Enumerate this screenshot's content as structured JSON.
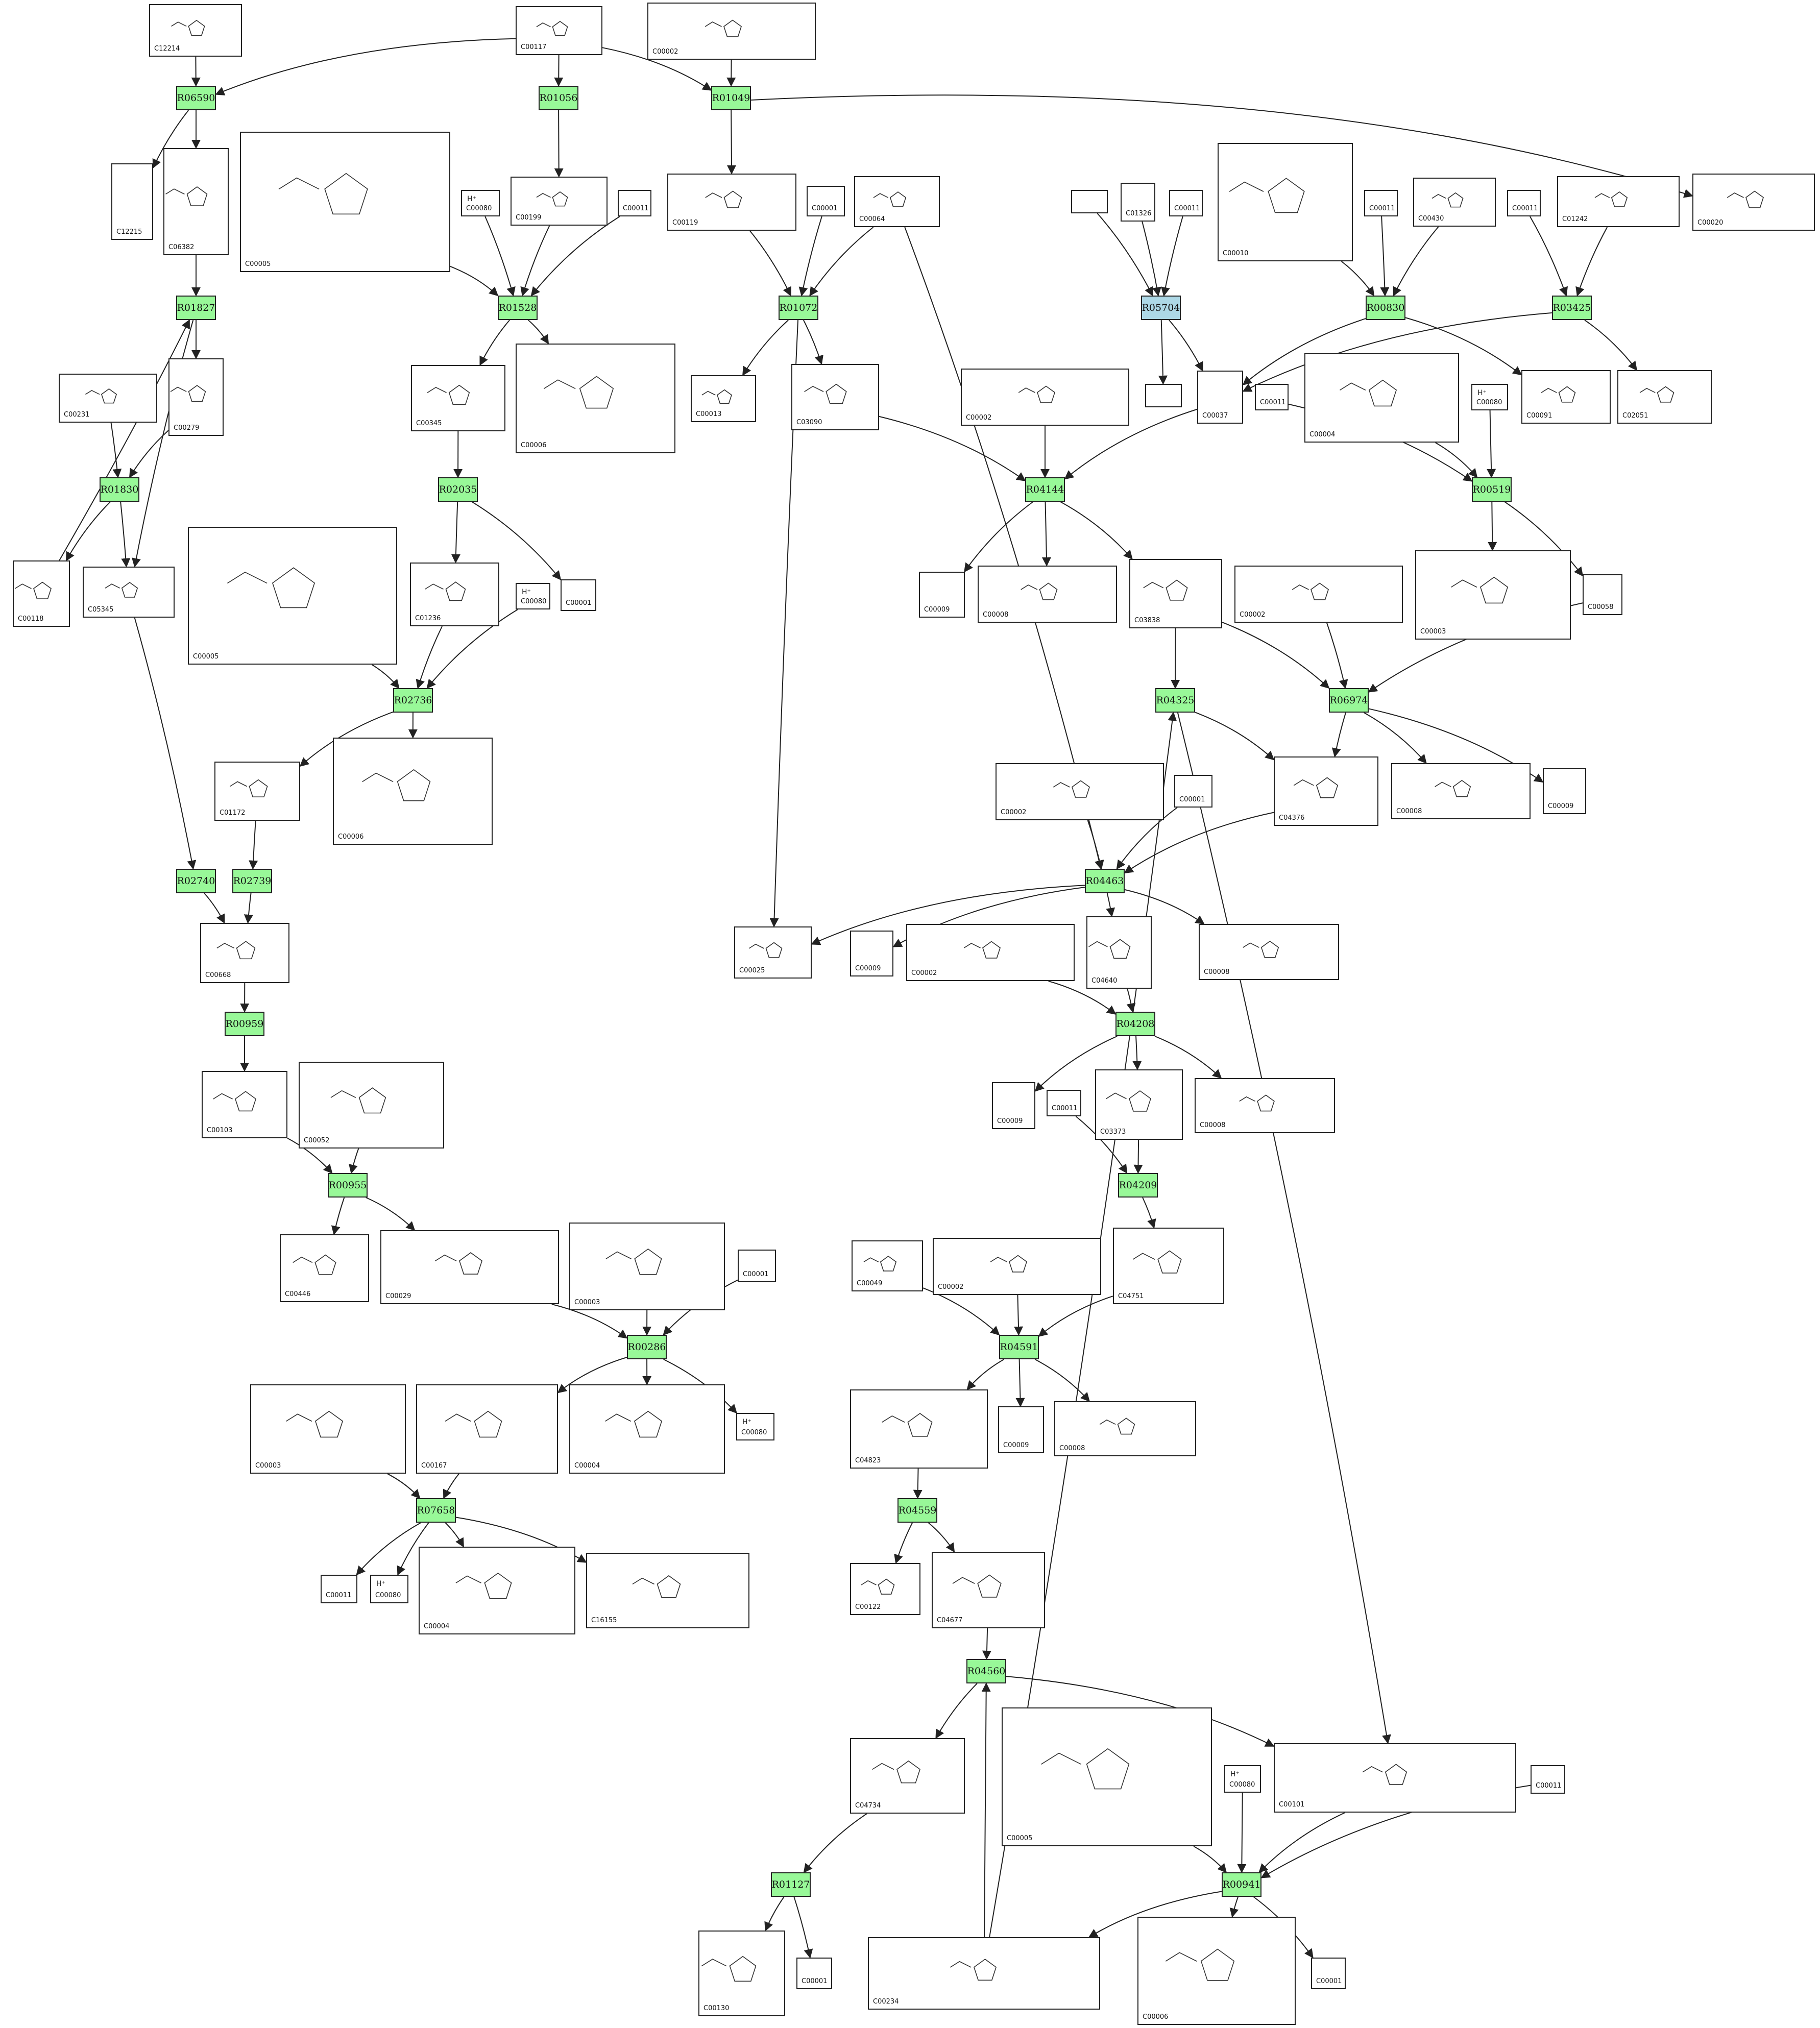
{
  "colors": {
    "reaction": "#98f898",
    "reaction_alt": "#add8e6",
    "edge": "#222222",
    "box": "#ffffff"
  },
  "reactions": {
    "R06590": {
      "label": "R06590"
    },
    "R01056": {
      "label": "R01056"
    },
    "R01049": {
      "label": "R01049"
    },
    "R01827": {
      "label": "R01827"
    },
    "R01528": {
      "label": "R01528"
    },
    "R01072": {
      "label": "R01072"
    },
    "R05704": {
      "label": "R05704",
      "color": "#add8e6"
    },
    "R00830": {
      "label": "R00830"
    },
    "R03425": {
      "label": "R03425"
    },
    "R01830": {
      "label": "R01830"
    },
    "R02035": {
      "label": "R02035"
    },
    "R04144": {
      "label": "R04144"
    },
    "R00519": {
      "label": "R00519"
    },
    "R02736": {
      "label": "R02736"
    },
    "R04325": {
      "label": "R04325"
    },
    "R06974": {
      "label": "R06974"
    },
    "R02740": {
      "label": "R02740"
    },
    "R02739": {
      "label": "R02739"
    },
    "R04463": {
      "label": "R04463"
    },
    "R00959": {
      "label": "R00959"
    },
    "R04208": {
      "label": "R04208"
    },
    "R00955": {
      "label": "R00955"
    },
    "R04209": {
      "label": "R04209"
    },
    "R00286": {
      "label": "R00286"
    },
    "R04591": {
      "label": "R04591"
    },
    "R07658": {
      "label": "R07658"
    },
    "R04559": {
      "label": "R04559"
    },
    "R04560": {
      "label": "R04560"
    },
    "R01127": {
      "label": "R01127"
    },
    "R00941": {
      "label": "R00941"
    }
  },
  "compounds": {
    "c_C12214": {
      "id": "C12214"
    },
    "c_C00117": {
      "id": "C00117"
    },
    "c_C00002_top": {
      "id": "C00002"
    },
    "c_C12215": {
      "id": "C12215"
    },
    "c_C06382": {
      "id": "C06382"
    },
    "c_C00005_a": {
      "id": "C00005"
    },
    "c_C00080_a": {
      "id": "C00080",
      "formula": "H⁺"
    },
    "c_C00199": {
      "id": "C00199"
    },
    "c_C00011_a": {
      "id": "C00011"
    },
    "c_C00119": {
      "id": "C00119"
    },
    "c_C00001_a": {
      "id": "C00001"
    },
    "c_C00064": {
      "id": "C00064"
    },
    "c_blank_a": {
      "id": ""
    },
    "c_C01326": {
      "id": "C01326"
    },
    "c_C00011_b": {
      "id": "C00011"
    },
    "c_C00010": {
      "id": "C00010"
    },
    "c_C00011_c": {
      "id": "C00011"
    },
    "c_C00430": {
      "id": "C00430"
    },
    "c_C00011_d": {
      "id": "C00011"
    },
    "c_C01242": {
      "id": "C01242"
    },
    "c_C00020": {
      "id": "C00020"
    },
    "c_C00231": {
      "id": "C00231"
    },
    "c_C00279": {
      "id": "C00279"
    },
    "c_C00345": {
      "id": "C00345"
    },
    "c_C00006_a": {
      "id": "C00006"
    },
    "c_C00013": {
      "id": "C00013"
    },
    "c_C03090": {
      "id": "C03090"
    },
    "c_C00002_b": {
      "id": "C00002"
    },
    "c_blank_b": {
      "id": ""
    },
    "c_C00037": {
      "id": "C00037"
    },
    "c_C00011_e": {
      "id": "C00011"
    },
    "c_C00004_a": {
      "id": "C00004"
    },
    "c_C00080_b": {
      "id": "C00080",
      "formula": "H⁺"
    },
    "c_C00091": {
      "id": "C00091"
    },
    "c_C02051": {
      "id": "C02051"
    },
    "c_C00118": {
      "id": "C00118"
    },
    "c_C05345": {
      "id": "C05345"
    },
    "c_C00005_b": {
      "id": "C00005"
    },
    "c_C01236": {
      "id": "C01236"
    },
    "c_C00080_c": {
      "id": "C00080",
      "formula": "H⁺"
    },
    "c_C00001_b": {
      "id": "C00001"
    },
    "c_C00009_a": {
      "id": "C00009"
    },
    "c_C00008_a": {
      "id": "C00008"
    },
    "c_C03838": {
      "id": "C03838"
    },
    "c_C00002_c": {
      "id": "C00002"
    },
    "c_C00003_a": {
      "id": "C00003"
    },
    "c_C00058": {
      "id": "C00058"
    },
    "c_C01172": {
      "id": "C01172"
    },
    "c_C00006_b": {
      "id": "C00006"
    },
    "c_C00002_d": {
      "id": "C00002"
    },
    "c_C00001_c": {
      "id": "C00001"
    },
    "c_C04376": {
      "id": "C04376"
    },
    "c_C00008_b": {
      "id": "C00008"
    },
    "c_C00009_b": {
      "id": "C00009"
    },
    "c_C00668": {
      "id": "C00668"
    },
    "c_C00025": {
      "id": "C00025"
    },
    "c_C00009_c": {
      "id": "C00009"
    },
    "c_C00002_e": {
      "id": "C00002"
    },
    "c_C04640": {
      "id": "C04640"
    },
    "c_C00008_c": {
      "id": "C00008"
    },
    "c_C00103": {
      "id": "C00103"
    },
    "c_C00052": {
      "id": "C00052"
    },
    "c_C00009_d": {
      "id": "C00009"
    },
    "c_C00011_f": {
      "id": "C00011"
    },
    "c_C03373": {
      "id": "C03373"
    },
    "c_C00008_d": {
      "id": "C00008"
    },
    "c_C00446": {
      "id": "C00446"
    },
    "c_C00029": {
      "id": "C00029"
    },
    "c_C00003_b": {
      "id": "C00003"
    },
    "c_C00001_d": {
      "id": "C00001"
    },
    "c_C00049": {
      "id": "C00049"
    },
    "c_C00002_f": {
      "id": "C00002"
    },
    "c_C04751": {
      "id": "C04751"
    },
    "c_C00003_c": {
      "id": "C00003"
    },
    "c_C00167": {
      "id": "C00167"
    },
    "c_C00004_b": {
      "id": "C00004"
    },
    "c_C00080_d": {
      "id": "C00080",
      "formula": "H⁺"
    },
    "c_C04823": {
      "id": "C04823"
    },
    "c_C00009_e": {
      "id": "C00009"
    },
    "c_C00008_e": {
      "id": "C00008"
    },
    "c_C00011_g": {
      "id": "C00011"
    },
    "c_C00080_e": {
      "id": "C00080",
      "formula": "H⁺"
    },
    "c_C00004_c": {
      "id": "C00004"
    },
    "c_C16155": {
      "id": "C16155"
    },
    "c_C00122": {
      "id": "C00122"
    },
    "c_C04677": {
      "id": "C04677"
    },
    "c_C04734": {
      "id": "C04734"
    },
    "c_C00005_c": {
      "id": "C00005"
    },
    "c_C00080_f": {
      "id": "C00080",
      "formula": "H⁺"
    },
    "c_C00101": {
      "id": "C00101"
    },
    "c_C00011_h": {
      "id": "C00011"
    },
    "c_C00130": {
      "id": "C00130"
    },
    "c_C00001_e": {
      "id": "C00001"
    },
    "c_C00234": {
      "id": "C00234"
    },
    "c_C00006_c": {
      "id": "C00006"
    },
    "c_C00001_f": {
      "id": "C00001"
    }
  }
}
